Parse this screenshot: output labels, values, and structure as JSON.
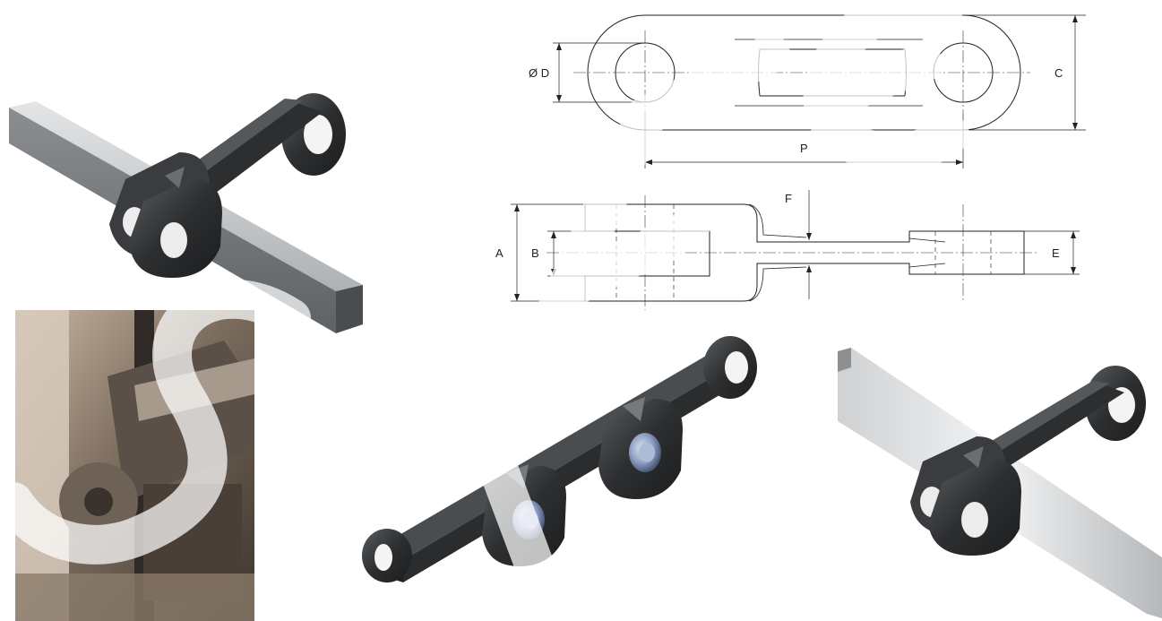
{
  "drawing": {
    "top_view": {
      "pitch_label": "P",
      "diameter_label": "Ø D",
      "height_label": "C"
    },
    "side_view": {
      "a_label": "A",
      "b_label": "B",
      "e_label": "E",
      "f_label": "F"
    }
  },
  "watermark": {
    "text": "SAFE"
  },
  "colors": {
    "chain_link": "#34373a",
    "pin_blue": "#8d9fc4",
    "bar_silver": "#b9bcbf"
  }
}
